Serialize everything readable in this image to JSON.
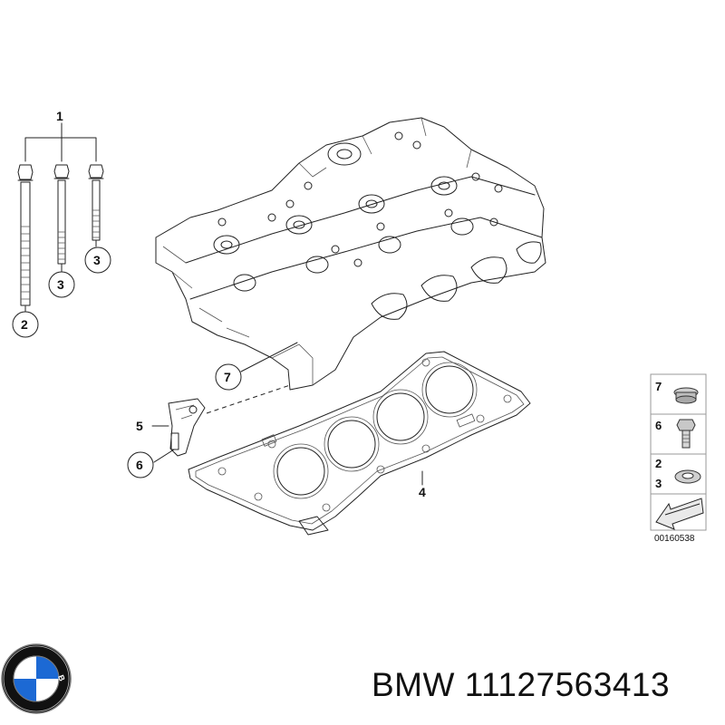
{
  "callouts": {
    "c1": "1",
    "c2": "2",
    "c3a": "3",
    "c3b": "3",
    "c4": "4",
    "c5": "5",
    "c6": "6",
    "c7": "7"
  },
  "legend": {
    "n7": "7",
    "n6": "6",
    "n2": "2",
    "n3": "3",
    "diagram_number": "00160538"
  },
  "logo": {
    "letters": "BMW",
    "colors": {
      "blue": "#1c69d4",
      "white": "#ffffff",
      "ring": "#111111"
    }
  },
  "footer": {
    "part_label": "BMW 11127563413"
  }
}
